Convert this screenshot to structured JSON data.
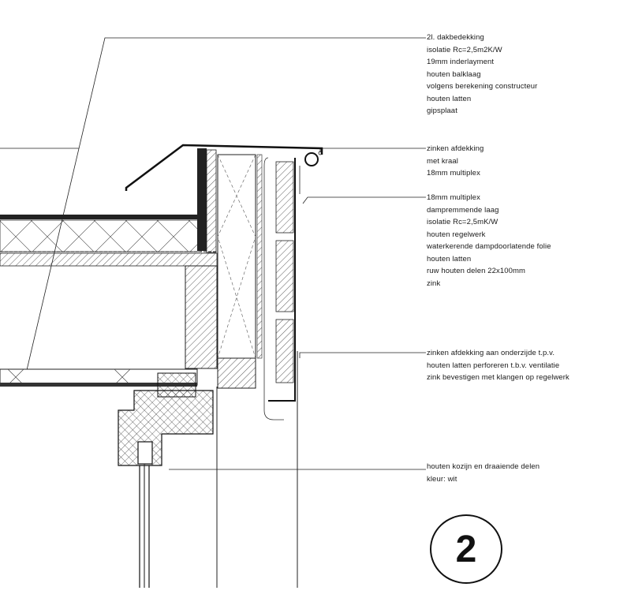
{
  "annotations": {
    "roof": [
      "2l. dakbedekking",
      "isolatie Rc=2,5m2K/W",
      "19mm inderlayment",
      "houten balklaag",
      "volgens berekening constructeur",
      "houten latten",
      "gipsplaat"
    ],
    "coping": [
      "zinken afdekking",
      "met kraal",
      "18mm multiplex"
    ],
    "wall": [
      "18mm multiplex",
      "dampremmende laag",
      "isolatie Rc=2,5mK/W",
      "houten regelwerk",
      "waterkerende dampdoorlatende folie",
      "houten latten",
      "ruw houten delen 22x100mm",
      "zink"
    ],
    "soffit": [
      "zinken afdekking aan onderzijde t.p.v.",
      "houten latten perforeren t.b.v. ventilatie",
      "zink bevestigen met klangen op regelwerk"
    ],
    "frame": [
      "houten kozijn en draaiende delen",
      "kleur: wit"
    ]
  },
  "detail_number": "2"
}
